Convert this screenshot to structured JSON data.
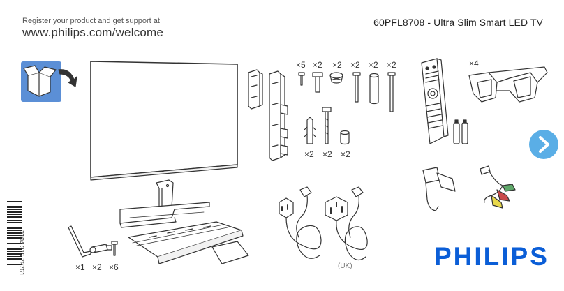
{
  "header": {
    "register_text": "Register your product and get support at",
    "url": "www.philips.com/welcome",
    "model": "60PFL8708 - Ultra Slim Smart LED TV"
  },
  "quantities": {
    "screw_x5": "×5",
    "screw_x2_a": "×2",
    "screw_x2_b": "×2",
    "screw_x2_c": "×2",
    "screw_x2_d": "×2",
    "screw_x2_e": "×2",
    "anchor_x2": "×2",
    "bolt_x2": "×2",
    "spacer_x2": "×2",
    "glasses_x4": "×4",
    "allen_x1": "×1",
    "stand_screw_x2": "×2",
    "small_screw_x6": "×6"
  },
  "labels": {
    "uk": "(UK)"
  },
  "brand": "PHILIPS",
  "barcode_number": "3104 315 79761",
  "colors": {
    "brand_blue": "#0b5ed7",
    "next_button": "#5aaee6",
    "open_box_bg": "#5b8fd6"
  },
  "icons": {
    "next": "chevron-right-icon",
    "open_box": "open-box-icon"
  }
}
